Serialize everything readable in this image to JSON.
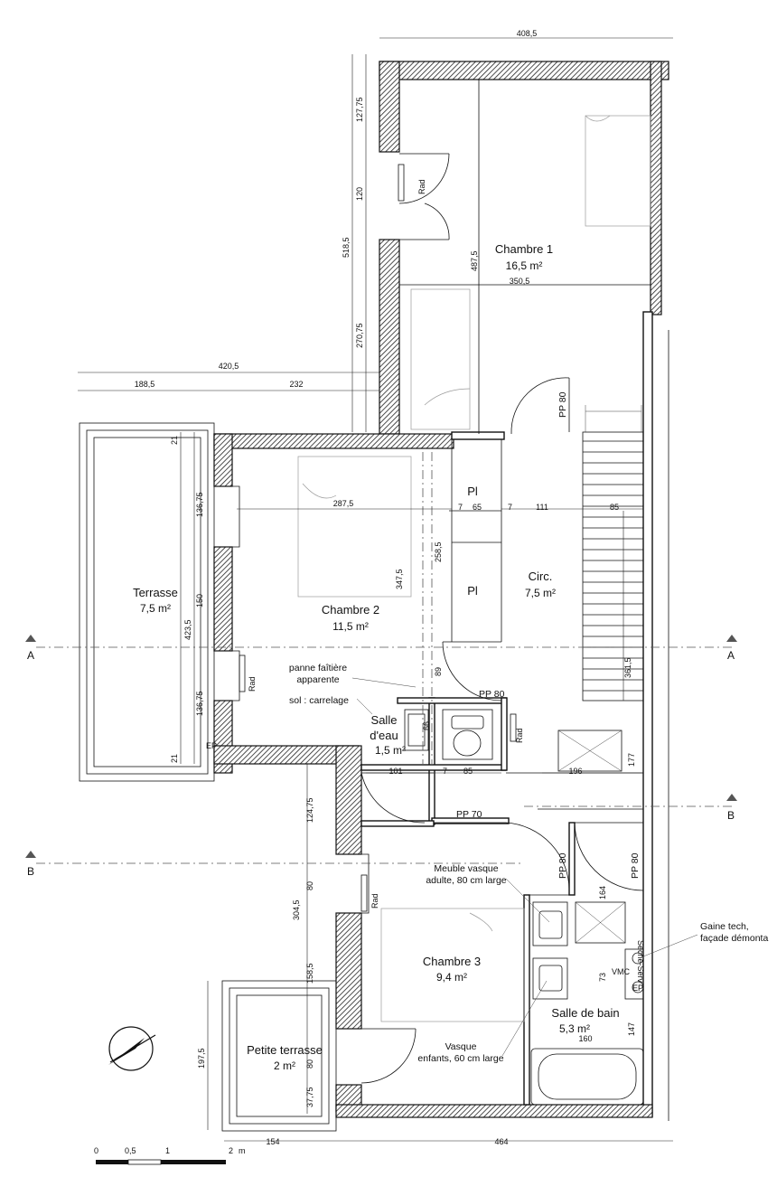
{
  "rooms": {
    "chambre1": {
      "name": "Chambre 1",
      "area": "16,5 m²"
    },
    "chambre2": {
      "name": "Chambre 2",
      "area": "11,5 m²"
    },
    "chambre3": {
      "name": "Chambre 3",
      "area": "9,4 m²"
    },
    "terrasse": {
      "name": "Terrasse",
      "area": "7,5 m²"
    },
    "petite_terrasse": {
      "name": "Petite terrasse",
      "area": "2 m²"
    },
    "circ": {
      "name": "Circ.",
      "area": "7,5 m²"
    },
    "salle_eau_1": "Salle",
    "salle_eau_2": "d'eau",
    "salle_eau_area": "1,5 m²",
    "salle_bain": {
      "name": "Salle de bain",
      "area": "5,3 m²"
    }
  },
  "fixtures": {
    "pl": "Pl",
    "rad": "Rad",
    "ep": "EP",
    "vmc": "VMC",
    "seche_serv": "Sèche-Serv",
    "pp80": "PP  80",
    "pp70": "PP  70"
  },
  "notes": {
    "panne_1": "panne faîtière",
    "panne_2": "apparente",
    "sol": "sol : carrelage",
    "meuble_1": "Meuble vasque",
    "meuble_2": "adulte, 80 cm large",
    "vasque_1": "Vasque",
    "vasque_2": "enfants, 60 cm large",
    "gaine_1": "Gaine tech,",
    "gaine_2": "façade démonta"
  },
  "section_marks": {
    "a": "A",
    "b": "B"
  },
  "dimensions": {
    "d408_5": "408,5",
    "d518_5": "518,5",
    "d127_75": "127,75",
    "d120": "120",
    "d270_75": "270,75",
    "d420_5": "420,5",
    "d188_5": "188,5",
    "d232": "232",
    "d487_5": "487,5",
    "d350_5": "350,5",
    "d287_5": "287,5",
    "d347_5": "347,5",
    "d258_5": "258,5",
    "d136_75": "136,75",
    "d150": "150",
    "d423_5": "423,5",
    "d21": "21",
    "d7": "7",
    "d65": "65",
    "d111": "111",
    "d85": "85",
    "d89": "89",
    "d66": "66",
    "d101": "101",
    "d361_5": "361,5",
    "d177": "177",
    "d196": "196",
    "d124_75": "124,75",
    "d304_5": "304,5",
    "d80": "80",
    "d158_5": "158,5",
    "d37_75": "37,75",
    "d197_5": "197,5",
    "d154": "154",
    "d464": "464",
    "d164": "164",
    "d73": "73",
    "d147": "147",
    "d160": "160"
  },
  "scale_bar": {
    "s0": "0",
    "s05": "0,5",
    "s1": "1",
    "s2": "2",
    "unit": "m"
  }
}
